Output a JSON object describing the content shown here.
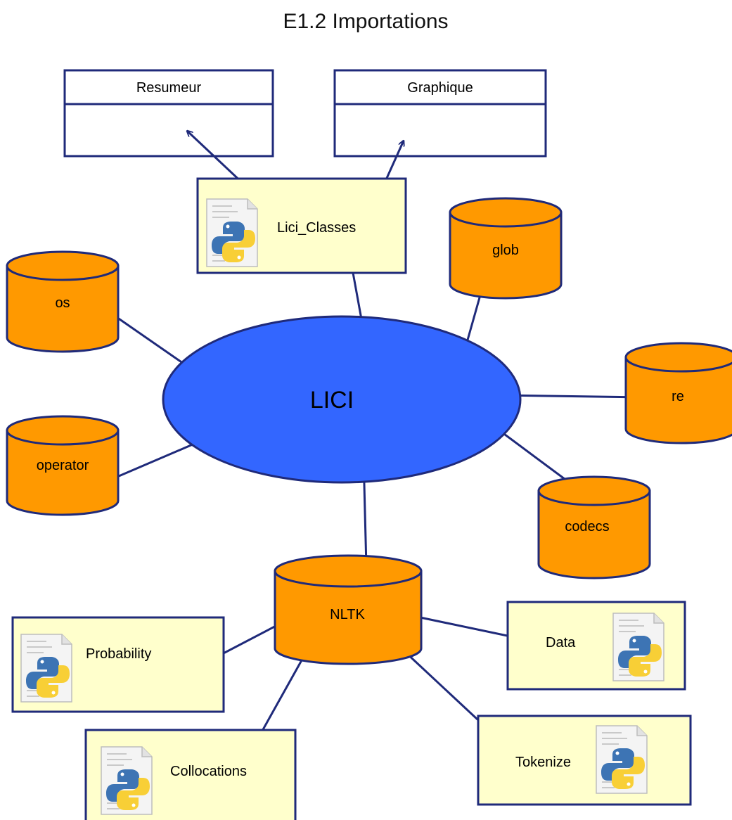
{
  "title": "E1.2 Importations",
  "classes": [
    {
      "id": "resumeur",
      "name": "Resumeur"
    },
    {
      "id": "graphique",
      "name": "Graphique"
    }
  ],
  "center": {
    "label": "LICI"
  },
  "packages": [
    {
      "id": "os",
      "label": "os"
    },
    {
      "id": "operator",
      "label": "operator"
    },
    {
      "id": "glob",
      "label": "glob"
    },
    {
      "id": "re",
      "label": "re"
    },
    {
      "id": "codecs",
      "label": "codecs"
    },
    {
      "id": "nltk",
      "label": "NLTK"
    }
  ],
  "modules": [
    {
      "id": "lici-classes",
      "label": "Lici_Classes"
    },
    {
      "id": "probability",
      "label": "Probability"
    },
    {
      "id": "collocations",
      "label": "Collocations"
    },
    {
      "id": "data",
      "label": "Data"
    },
    {
      "id": "tokenize",
      "label": "Tokenize"
    }
  ],
  "colors": {
    "stroke": "#1f2a7a",
    "cylinder_fill": "#ff9900",
    "center_fill": "#3366ff",
    "module_fill": "#ffffcc",
    "class_fill": "#ffffff"
  },
  "icons": {
    "module_icon": "python-file-icon"
  }
}
